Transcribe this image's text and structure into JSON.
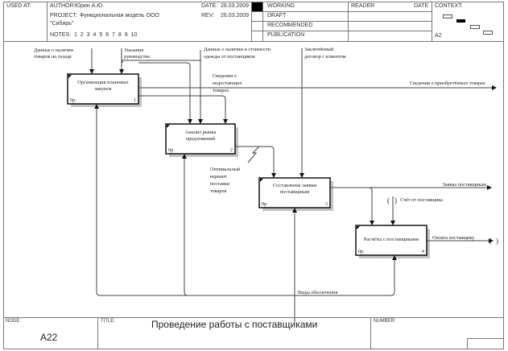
{
  "header": {
    "used_at_label": "USED AT:",
    "author_label": "AUTHOR:",
    "author": "Юрин А.Ю.",
    "project_label": "PROJECT:",
    "project_line1": "Функциональная модель ООО",
    "project_line2": "\"Сибирь\"",
    "notes_label": "NOTES:",
    "notes": "1 2 3 4 5 6 7 8 9 10",
    "date_label": "DATE:",
    "date": "26.03.2009",
    "rev_label": "REV:",
    "rev": "26.03.2009",
    "status_rows": [
      "WORKING",
      "DRAFT",
      "RECOMMENDED",
      "PUBLICATION"
    ],
    "status_selected": "WORKING",
    "reader_label": "READER",
    "reader_date_label": "DATE",
    "context_label": "CONTEXT:",
    "context_node": "A2"
  },
  "diagram": {
    "boxes": [
      {
        "id": "1",
        "line1": "Организация плановых",
        "line2": "закупок",
        "cost": "0р.",
        "number": "1"
      },
      {
        "id": "2",
        "line1": "Анализ рынка",
        "line2": "предложений",
        "cost": "0р.",
        "number": "2"
      },
      {
        "id": "3",
        "line1": "Составление заявки",
        "line2": "поставщикам",
        "cost": "0р.",
        "number": "3"
      },
      {
        "id": "4",
        "line1": "Расчёты с поставщиками",
        "line2": "",
        "cost": "0р.",
        "number": "4"
      }
    ],
    "arrows": {
      "stock_data_1": "Данные о наличии",
      "stock_data_2": "товаров на складе",
      "mgmt_1": "Указания",
      "mgmt_2": "руководства",
      "supplier_data_1": "Данные о наличии и стоимости",
      "supplier_data_2": "одежды от поставщиков",
      "contract_1": "Заключённый",
      "contract_2": "договор с клиентом",
      "purchased_info": "Сведения о приобретённых товарах",
      "shortage_1": "Сведения о",
      "shortage_2": "недостающих",
      "shortage_3": "товарах",
      "optimal_1": "Оптимальный",
      "optimal_2": "вариант",
      "optimal_3": "поставки",
      "optimal_4": "товаров",
      "supplier_order": "Заявка поставщикам",
      "supplier_invoice": "Счёт от поставщика",
      "supplier_payment": "Оплата поставщику",
      "support_types": "Виды обеспечения"
    }
  },
  "footer": {
    "node_label": "NODE:",
    "node": "A22",
    "title_label": "TITLE:",
    "title": "Проведение работы  с поставщиками",
    "number_label": "NUMBER:"
  }
}
